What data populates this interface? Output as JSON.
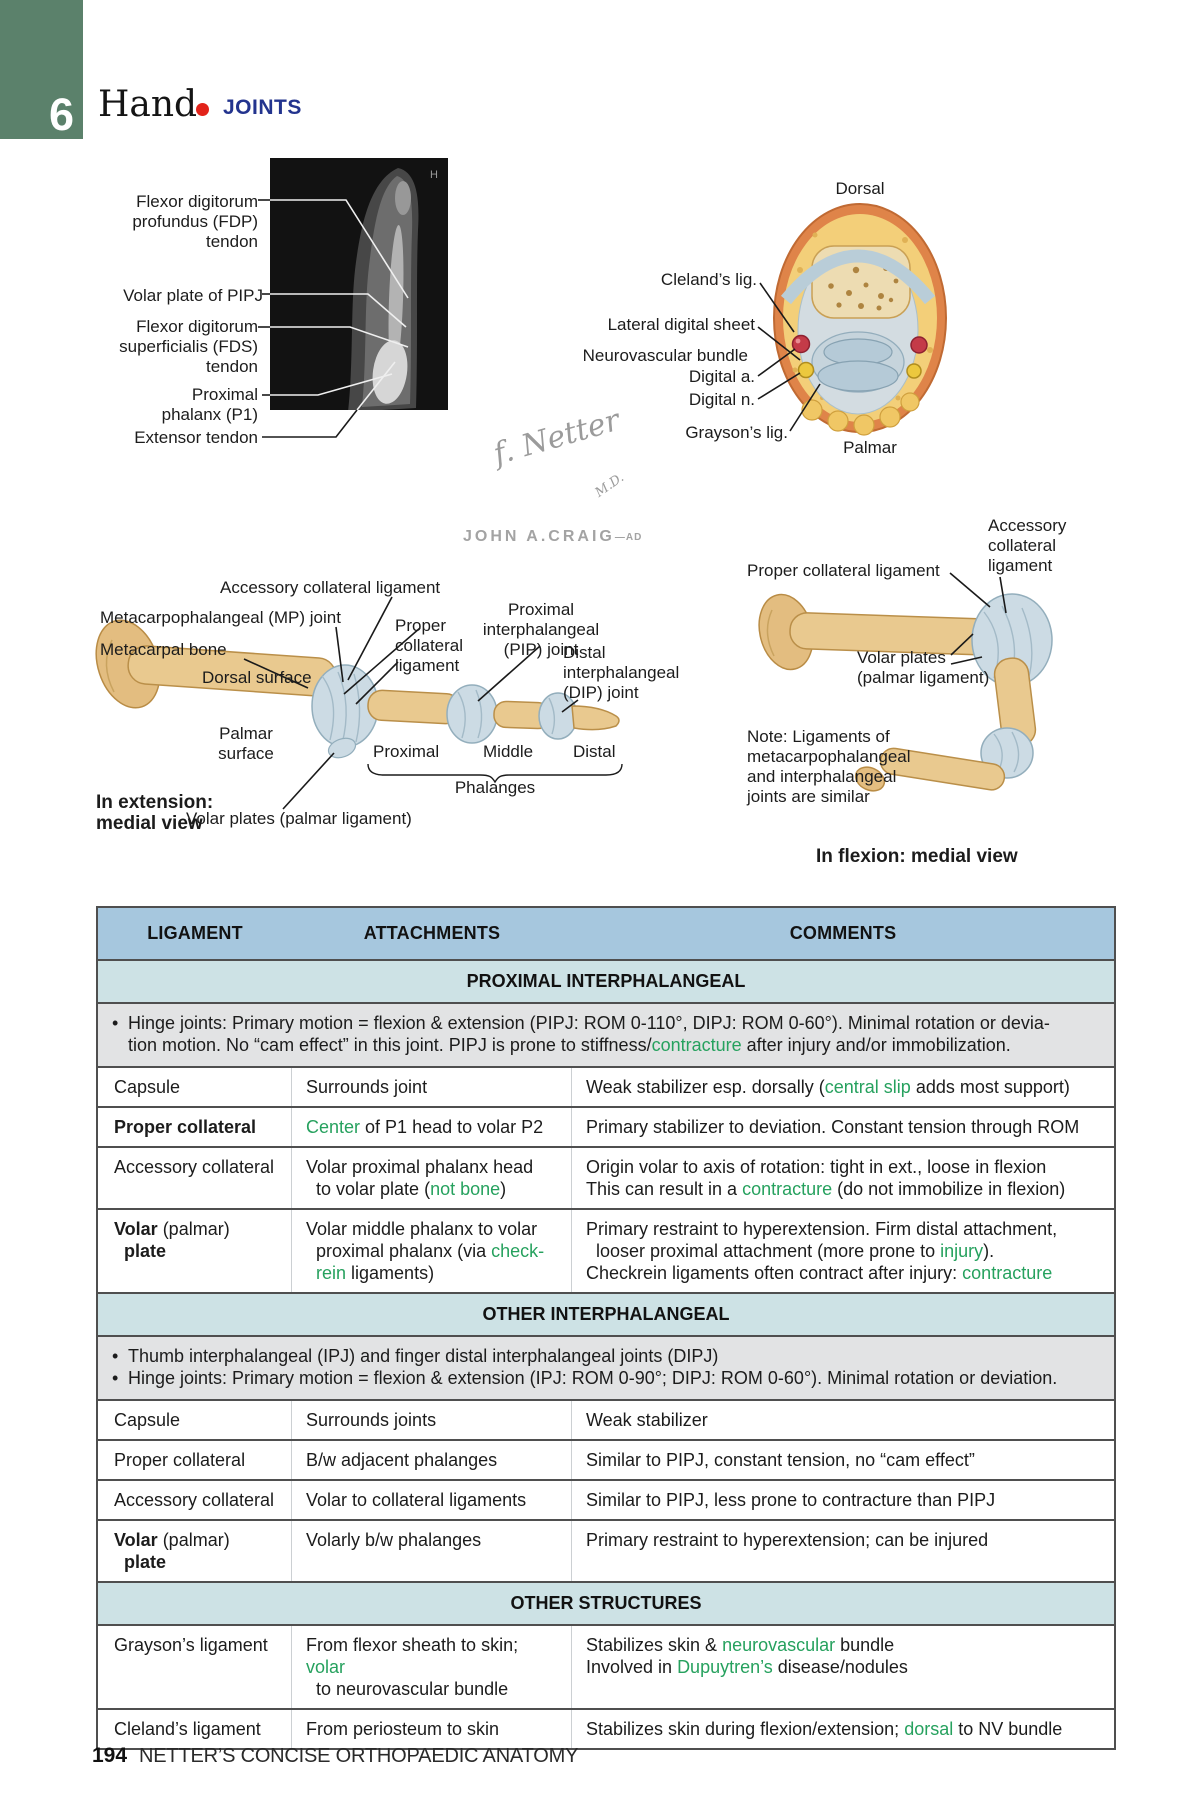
{
  "header": {
    "chapter_number": "6",
    "title": "Hand",
    "section": "JOINTS"
  },
  "footer": {
    "page_number": "194",
    "book_title": "NETTER’S CONCISE ORTHOPAEDIC ANATOMY"
  },
  "colors": {
    "chapter_green": "#5b816b",
    "joints_blue": "#23348e",
    "accent_red": "#e2231a",
    "table_header_bg": "#a6c7de",
    "band_bg": "#cde2e5",
    "note_bg": "#e2e3e4",
    "green_text": "#26a15e"
  },
  "mri_figure": {
    "orientation_marker": "H",
    "labels": {
      "fdp": "Flexor digitorum\nprofundus (FDP)\ntendon",
      "volar_plate": "Volar plate of PIPJ",
      "fds": "Flexor digitorum\nsuperficialis (FDS)\ntendon",
      "p1": "Proximal\nphalanx (P1)",
      "extensor": "Extensor tendon"
    }
  },
  "cross_section": {
    "labels": {
      "dorsal": "Dorsal",
      "cleland": "Cleland’s lig.",
      "lateral_sheet": "Lateral digital sheet",
      "nv_bundle": "Neurovascular bundle",
      "digital_a": "Digital a.",
      "digital_n": "Digital n.",
      "grayson": "Grayson’s lig.",
      "palmar": "Palmar"
    }
  },
  "signatures": {
    "netter_name": "f. Netter",
    "netter_suffix": "M.D.",
    "craig": "JOHN A.CRAIG",
    "craig_suffix": "—AD"
  },
  "extension_view": {
    "labels": {
      "accessory": "Accessory collateral ligament",
      "mp_joint": "Metacarpophalangeal (MP) joint",
      "metacarpal": "Metacarpal bone",
      "dorsal_surface": "Dorsal surface",
      "proper": "Proper\ncollateral\nligament",
      "pip_joint": "Proximal interphalangeal\n(PIP) joint",
      "dip_joint": "Distal\ninterphalangeal\n(DIP) joint",
      "palmar_surface": "Palmar\nsurface",
      "proximal": "Proximal",
      "middle": "Middle",
      "distal": "Distal",
      "phalanges": "Phalanges",
      "volar_plates": "Volar plates (palmar ligament)",
      "caption": "In extension:\nmedial view"
    }
  },
  "flexion_view": {
    "labels": {
      "proper": "Proper collateral ligament",
      "accessory": "Accessory\ncollateral\nligament",
      "volar_plates": "Volar plates\n(palmar ligament)",
      "note": "Note: Ligaments of\nmetacarpophalangeal\nand interphalangeal\njoints are similar",
      "caption": "In flexion: medial view"
    }
  },
  "table": {
    "bullet": "•",
    "columns": [
      "LIGAMENT",
      "ATTACHMENTS",
      "COMMENTS"
    ],
    "sections": [
      {
        "title": "PROXIMAL INTERPHALANGEAL",
        "notes": [
          [
            {
              "t": "Hinge joints: Primary motion = flexion & extension (PIPJ: ROM 0-110°, DIPJ: ROM 0-60°). Minimal rotation or devia-\ntion motion. No “cam effect” in this joint. PIPJ is prone to stiffness/"
            },
            {
              "t": "contracture",
              "g": true
            },
            {
              "t": " after injury and/or immobilization."
            }
          ]
        ],
        "rows": [
          {
            "ligament": [
              {
                "t": "Capsule"
              }
            ],
            "attachments": [
              {
                "t": "Surrounds joint"
              }
            ],
            "comments": [
              {
                "t": "Weak stabilizer esp. dorsally ("
              },
              {
                "t": "central slip",
                "g": true
              },
              {
                "t": " adds most support)"
              }
            ]
          },
          {
            "ligament": [
              {
                "t": "Proper collateral",
                "b": true
              }
            ],
            "attachments": [
              {
                "t": "Center",
                "g": true
              },
              {
                "t": " of P1 head to volar P2"
              }
            ],
            "comments": [
              {
                "t": "Primary stabilizer to deviation. Constant tension through ROM"
              }
            ]
          },
          {
            "ligament": [
              {
                "t": "Accessory collateral"
              }
            ],
            "attachments": [
              {
                "t": "Volar proximal phalanx head\n  to volar plate ("
              },
              {
                "t": "not bone",
                "g": true
              },
              {
                "t": ")"
              }
            ],
            "comments": [
              {
                "t": "Origin volar to axis of rotation: tight in ext., loose in flexion\nThis can result in a "
              },
              {
                "t": "contracture",
                "g": true
              },
              {
                "t": " (do not immobilize in flexion)"
              }
            ]
          },
          {
            "ligament": [
              {
                "t": "Volar",
                "b": true
              },
              {
                "t": " (palmar)\n  "
              },
              {
                "t": "plate",
                "b": true
              }
            ],
            "attachments": [
              {
                "t": "Volar middle phalanx to volar\n  proximal phalanx (via "
              },
              {
                "t": "check-\n  rein",
                "g": true
              },
              {
                "t": " ligaments)"
              }
            ],
            "comments": [
              {
                "t": "Primary restraint to hyperextension. Firm distal attachment,\n  looser proximal attachment (more prone to "
              },
              {
                "t": "injury",
                "g": true
              },
              {
                "t": ").\nCheckrein ligaments often contract after injury: "
              },
              {
                "t": "contracture",
                "g": true
              }
            ]
          }
        ]
      },
      {
        "title": "OTHER INTERPHALANGEAL",
        "notes": [
          [
            {
              "t": "Thumb interphalangeal (IPJ) and finger distal interphalangeal joints (DIPJ)"
            }
          ],
          [
            {
              "t": "Hinge joints: Primary motion = flexion & extension (IPJ: ROM 0-90°; DIPJ: ROM 0-60°). Minimal rotation or deviation."
            }
          ]
        ],
        "rows": [
          {
            "ligament": [
              {
                "t": "Capsule"
              }
            ],
            "attachments": [
              {
                "t": "Surrounds joints"
              }
            ],
            "comments": [
              {
                "t": "Weak stabilizer"
              }
            ]
          },
          {
            "ligament": [
              {
                "t": "Proper collateral"
              }
            ],
            "attachments": [
              {
                "t": "B/w adjacent phalanges"
              }
            ],
            "comments": [
              {
                "t": "Similar to PIPJ, constant tension, no “cam effect”"
              }
            ]
          },
          {
            "ligament": [
              {
                "t": "Accessory collateral"
              }
            ],
            "attachments": [
              {
                "t": "Volar to collateral ligaments"
              }
            ],
            "comments": [
              {
                "t": "Similar to PIPJ, less prone to contracture than PIPJ"
              }
            ]
          },
          {
            "ligament": [
              {
                "t": "Volar",
                "b": true
              },
              {
                "t": " (palmar)\n  "
              },
              {
                "t": "plate",
                "b": true
              }
            ],
            "attachments": [
              {
                "t": "Volarly b/w phalanges"
              }
            ],
            "comments": [
              {
                "t": "Primary restraint to hyperextension; can be injured"
              }
            ]
          }
        ]
      },
      {
        "title": "OTHER STRUCTURES",
        "notes": [],
        "rows": [
          {
            "ligament": [
              {
                "t": "Grayson’s ligament"
              }
            ],
            "attachments": [
              {
                "t": "From flexor sheath to skin; "
              },
              {
                "t": "volar",
                "g": true
              },
              {
                "t": "\n  to neurovascular bundle"
              }
            ],
            "comments": [
              {
                "t": "Stabilizes skin & "
              },
              {
                "t": "neurovascular",
                "g": true
              },
              {
                "t": " bundle\nInvolved in "
              },
              {
                "t": "Dupuytren’s",
                "g": true
              },
              {
                "t": " disease/nodules"
              }
            ]
          },
          {
            "ligament": [
              {
                "t": "Cleland’s ligament"
              }
            ],
            "attachments": [
              {
                "t": "From periosteum to skin"
              }
            ],
            "comments": [
              {
                "t": "Stabilizes skin during flexion/extension; "
              },
              {
                "t": "dorsal",
                "g": true
              },
              {
                "t": " to NV bundle"
              }
            ]
          }
        ]
      }
    ]
  }
}
